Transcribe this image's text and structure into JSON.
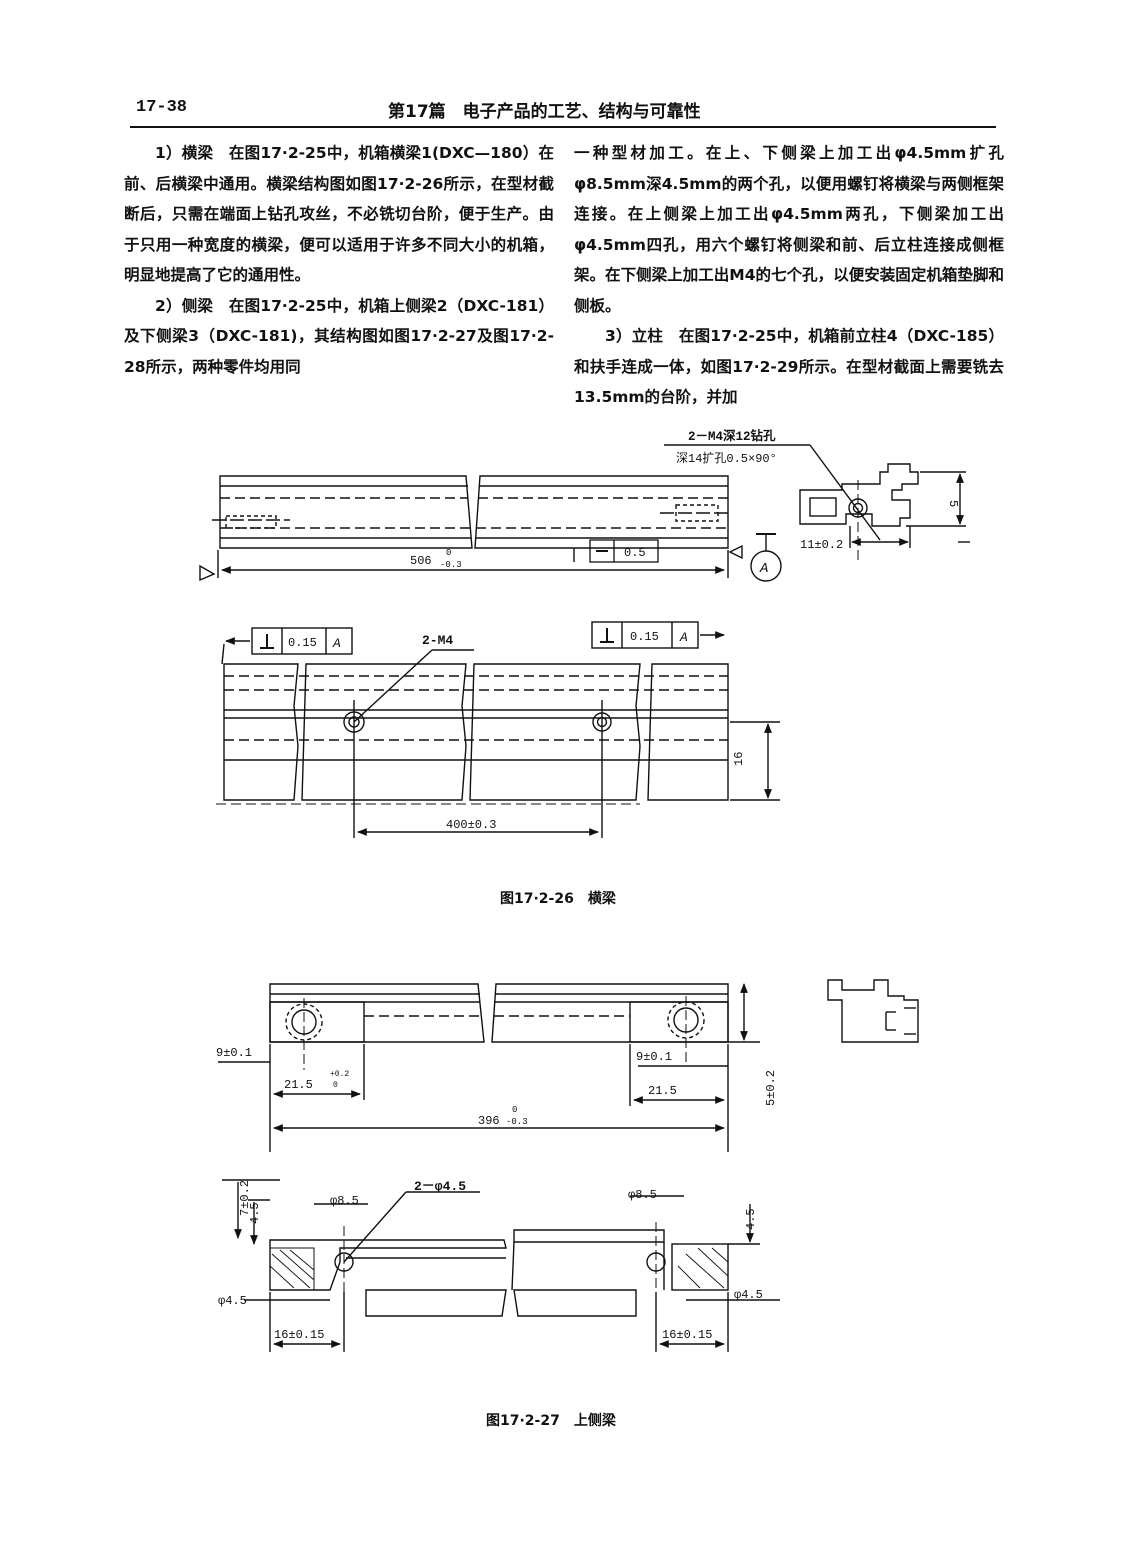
{
  "header": {
    "page_number": "17-38",
    "chapter_title": "第17篇　电子产品的工艺、结构与可靠性"
  },
  "text": {
    "left_col": [
      "1）横梁　在图17·2-25中，机箱横梁1(DXC—180）在前、后横梁中通用。横梁结构图如图17·2-26所示，在型材截断后，只需在端面上钻孔攻丝，不必铣切台阶，便于生产。由于只用一种宽度的横梁，便可以适用于许多不同大小的机箱，明显地提高了它的通用性。",
      "2）侧梁　在图17·2-25中，机箱上侧梁2（DXC-181）及下侧梁3（DXC-181)，其结构图如图17·2-27及图17·2-28所示，两种零件均用同"
    ],
    "right_col": [
      "一种型材加工。在上、下侧梁上加工出φ4.5mm扩孔φ8.5mm深4.5mm的两个孔，以便用螺钉将横梁与两侧框架连接。在上侧梁上加工出φ4.5mm两孔，下侧梁加工出φ4.5mm四孔，用六个螺钉将侧梁和前、后立柱连接成侧框架。在下侧梁上加工出M4的七个孔，以便安装固定机箱垫脚和侧板。",
      "3）立柱　在图17·2-25中，机箱前立柱4（DXC-185）和扶手连成一体，如图17·2-29所示。在型材截面上需要铣去13.5mm的台阶，并加"
    ]
  },
  "figure1": {
    "caption": "图17·2-26　横梁",
    "callout_hole": "2－M4深12钻孔",
    "callout_counterbore": "深14扩孔0.5×90°",
    "dim_length": "506",
    "dim_length_tol_upper": "0",
    "dim_length_tol_lower": "-0.3",
    "flatness_value": "0.5",
    "datum": "A",
    "dim_offset": "11±0.2",
    "dim_height": "5",
    "perp_value": "0.15",
    "perp_datum": "A",
    "perp_value_2": "0.15",
    "perp_datum_2": "A",
    "tapped_holes": "2-M4",
    "dim_hole_spacing": "400±0.3",
    "dim_hole_height": "16"
  },
  "figure2": {
    "caption": "图17·2-27　上侧梁",
    "dim_edge_left": "9±0.1",
    "dim_edge_right": "9±0.1",
    "dim_pocket_left": "21.5",
    "dim_pocket_right": "21.5",
    "dim_pocket_tol_upper": "+0.2",
    "dim_pocket_tol_lower": "0",
    "dim_total": "396",
    "dim_total_tol_upper": "0",
    "dim_total_tol_lower": "-0.3",
    "dim_side_height": "5±0.2",
    "dim_top_left": "7±0.2",
    "dim_depth_left": "4.5",
    "dim_depth_right": "4.5",
    "cb_dia_left": "φ8.5",
    "cb_dia_right": "φ8.5",
    "through_holes": "2－φ4.5",
    "hole_dia_left": "φ4.5",
    "hole_dia_right": "φ4.5",
    "dim_hole_pos_left": "16±0.15",
    "dim_hole_pos_right": "16±0.15"
  }
}
